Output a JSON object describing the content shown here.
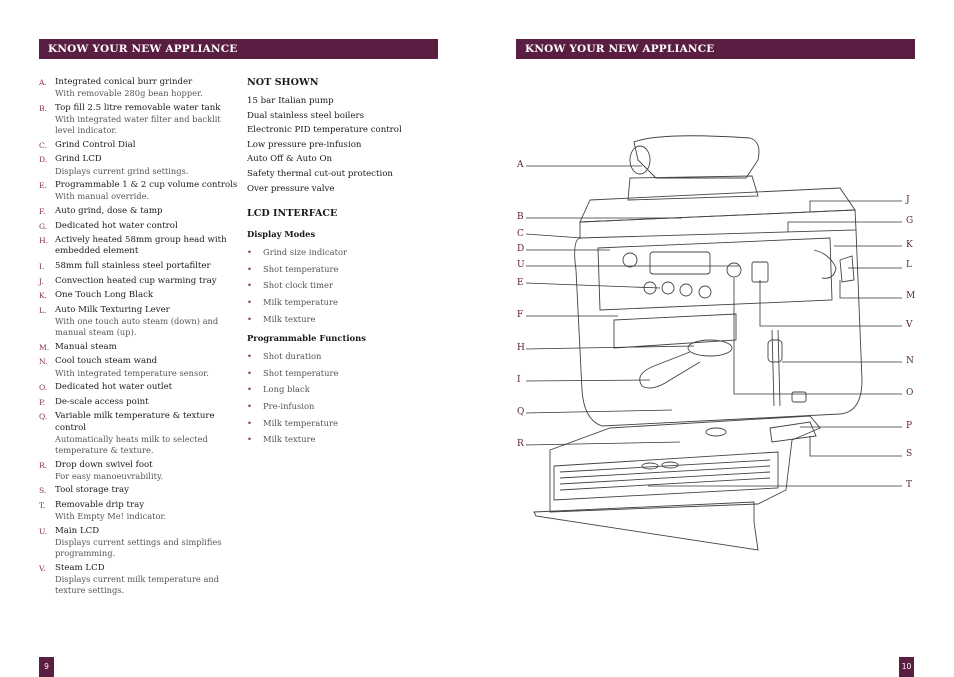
{
  "left_header": "KNOW YOUR NEW APPLIANCE",
  "right_header": "KNOW YOUR NEW APPLIANCE",
  "parts": [
    {
      "letter": "A.",
      "title": "Integrated conical burr grinder",
      "desc": "With removable 280g bean hopper."
    },
    {
      "letter": "B.",
      "title": "Top fill 2.5 litre removable water tank",
      "desc": "With integrated water filter and backlit level indicator."
    },
    {
      "letter": "C.",
      "title": "Grind Control Dial",
      "desc": ""
    },
    {
      "letter": "D.",
      "title": "Grind LCD",
      "desc": "Displays current grind settings."
    },
    {
      "letter": "E.",
      "title": "Programmable 1 & 2 cup volume controls",
      "desc": "With manual override."
    },
    {
      "letter": "F.",
      "title": "Auto grind, dose & tamp",
      "desc": ""
    },
    {
      "letter": "G.",
      "title": "Dedicated hot water control",
      "desc": ""
    },
    {
      "letter": "H.",
      "title": "Actively heated 58mm group head with embedded element",
      "desc": ""
    },
    {
      "letter": "I.",
      "title": "58mm full stainless steel portafilter",
      "desc": ""
    },
    {
      "letter": "J.",
      "title": "Convection heated cup warming tray",
      "desc": ""
    },
    {
      "letter": "K.",
      "title": "One Touch Long Black",
      "desc": ""
    },
    {
      "letter": "L.",
      "title": "Auto Milk Texturing Lever",
      "desc": "With one touch auto steam (down) and manual steam (up)."
    },
    {
      "letter": "M.",
      "title": "Manual steam",
      "desc": ""
    },
    {
      "letter": "N.",
      "title": "Cool touch steam wand",
      "desc": "With integrated temperature sensor."
    },
    {
      "letter": "O.",
      "title": "Dedicated hot water outlet",
      "desc": ""
    },
    {
      "letter": "P.",
      "title": "De-scale access point",
      "desc": ""
    },
    {
      "letter": "Q.",
      "title": "Variable milk temperature & texture control",
      "desc": "Automatically heats milk to selected temperature & texture."
    },
    {
      "letter": "R.",
      "title": "Drop down swivel foot",
      "desc": "For easy manoeuvrability."
    },
    {
      "letter": "S.",
      "title": "Tool storage tray",
      "desc": ""
    },
    {
      "letter": "T.",
      "title": "Removable drip tray",
      "desc": "With Empty Me! indicator."
    },
    {
      "letter": "U.",
      "title": "Main LCD",
      "desc": "Displays current settings and simplifies programming."
    },
    {
      "letter": "V.",
      "title": "Steam LCD",
      "desc": "Displays current milk temperature and texture settings."
    }
  ],
  "not_shown": {
    "heading": "NOT SHOWN",
    "items": [
      "15 bar Italian pump",
      "Dual stainless steel boilers",
      "Electronic PID temperature control",
      "Low pressure pre-infusion",
      "Auto Off & Auto On",
      "Safety thermal cut-out protection",
      "Over pressure valve"
    ]
  },
  "lcd": {
    "heading": "LCD INTERFACE",
    "display_modes_heading": "Display Modes",
    "display_modes": [
      "Grind size indicator",
      "Shot temperature",
      "Shot clock timer",
      "Milk temperature",
      "Milk texture"
    ],
    "programmable_heading": "Programmable Functions",
    "programmable": [
      "Shot duration",
      "Shot temperature",
      "Long black",
      "Pre-infusion",
      "Milk temperature",
      "Milk texture"
    ]
  },
  "callouts_left": [
    "A",
    "B",
    "C",
    "D",
    "U",
    "E",
    "F",
    "H",
    "I",
    "Q",
    "R"
  ],
  "callouts_right": [
    "J",
    "G",
    "K",
    "L",
    "M",
    "V",
    "N",
    "O",
    "P",
    "S",
    "T"
  ],
  "page_left": "9",
  "page_right": "10",
  "colors": {
    "accent": "#5a1e42",
    "letter": "#8a2a5e"
  }
}
